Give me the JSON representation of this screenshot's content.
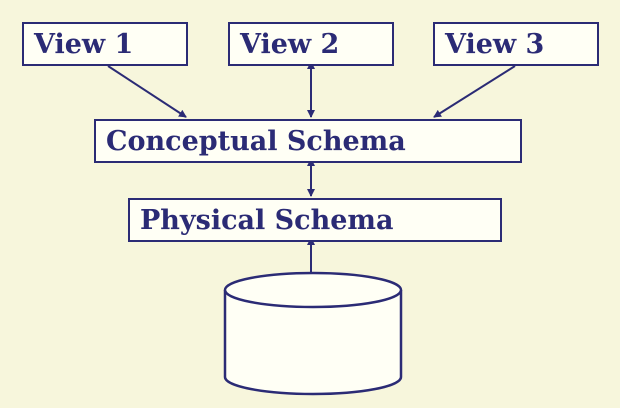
{
  "diagram": {
    "views": [
      {
        "label": "View 1"
      },
      {
        "label": "View 2"
      },
      {
        "label": "View 3"
      }
    ],
    "conceptual_schema": {
      "label": "Conceptual Schema"
    },
    "physical_schema": {
      "label": "Physical Schema"
    },
    "storage": {
      "icon": "database-cylinder-icon"
    }
  },
  "colors": {
    "background": "#f7f6dc",
    "stroke": "#2b2b75",
    "box_fill": "#fffff5"
  }
}
